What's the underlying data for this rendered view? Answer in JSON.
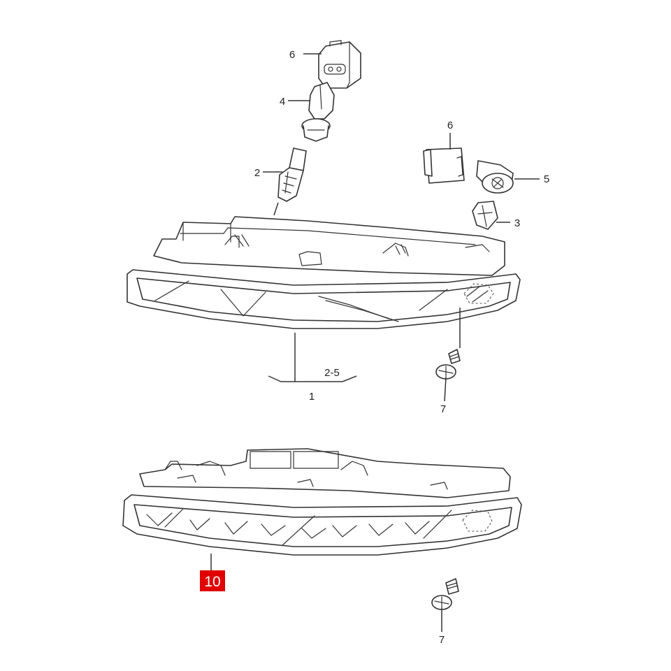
{
  "diagram": {
    "callouts": {
      "bulb_upper": "2",
      "socket_upper": "4",
      "connector_upper": "6",
      "connector_right": "6",
      "socket_right": "5",
      "bulb_right": "3",
      "bracket_range": "2-5",
      "assembly": "1",
      "screw_upper": "7",
      "screw_lower": "7",
      "highlight": "10"
    },
    "colors": {
      "line": "#333333",
      "highlight": "#e00000",
      "highlight_text": "#ffffff",
      "background": "#ffffff"
    }
  }
}
